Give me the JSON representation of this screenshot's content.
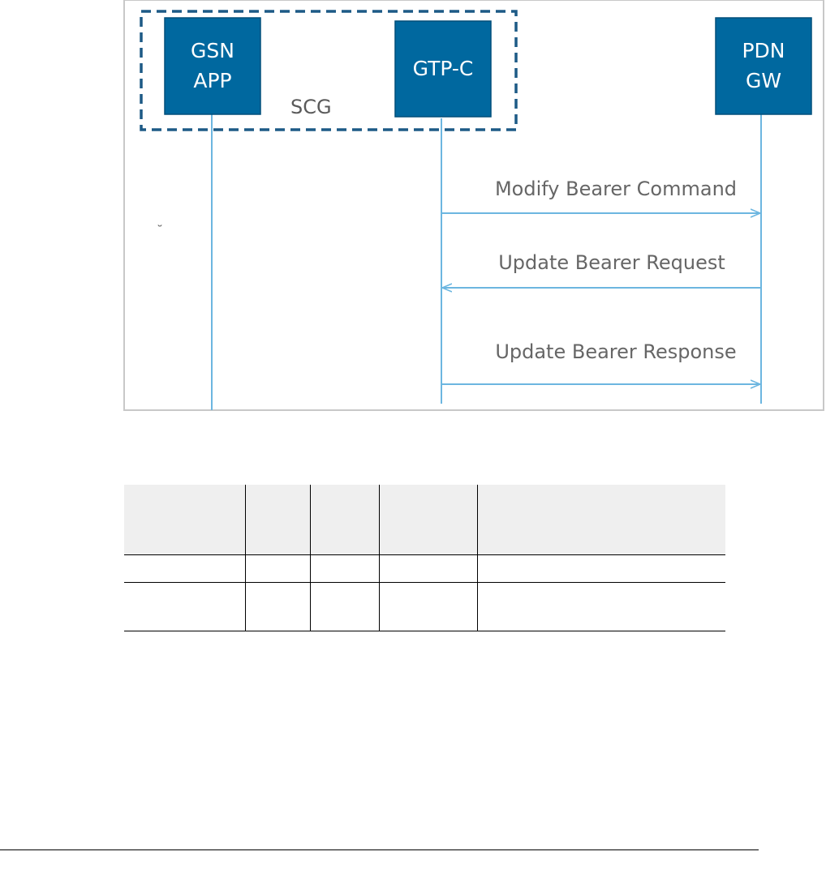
{
  "diagram": {
    "nodes": [
      {
        "id": "gsn-app",
        "lines": [
          "GSN",
          "APP"
        ]
      },
      {
        "id": "gtp-c",
        "lines": [
          "GTP-C"
        ]
      },
      {
        "id": "pdn-gw",
        "lines": [
          "PDN",
          "GW"
        ]
      }
    ],
    "group_label": "SCG",
    "messages": [
      {
        "label": "Modify Bearer Command",
        "from": "GTP-C",
        "to": "PDN GW"
      },
      {
        "label": "Update Bearer Request",
        "from": "PDN GW",
        "to": "GTP-C"
      },
      {
        "label": "Update Bearer Response",
        "from": "GTP-C",
        "to": "PDN GW"
      }
    ],
    "stray_mark": "˘",
    "colors": {
      "node_fill": "#00689f",
      "node_stroke": "#004f7a",
      "group_border": "#1d5a86",
      "lifeline": "#6cb6e0",
      "frame_border": "#c8c8c8"
    }
  },
  "table": {
    "headers": [
      "",
      "",
      "",
      "",
      ""
    ],
    "rows": [
      [
        "",
        "",
        "",
        "",
        ""
      ],
      [
        "",
        "",
        "",
        "",
        ""
      ]
    ]
  }
}
